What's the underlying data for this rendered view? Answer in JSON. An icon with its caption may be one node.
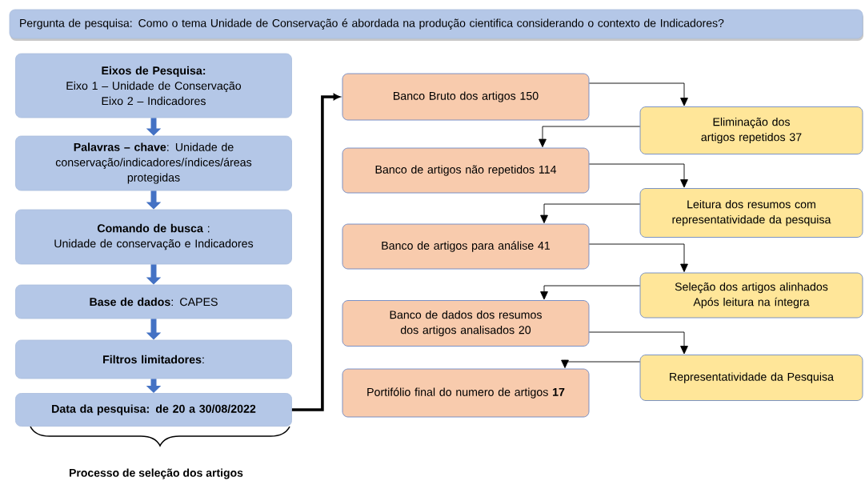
{
  "diagram": {
    "nodes": [
      {
        "text": [
          "Pergunta de pesquisa: Como o tema Unidade de Conservação  é abordada na produção cientifica  considerando o contexto de Indicadores?"
        ]
      },
      {
        "text": [
          "Eixos de Pesquisa:",
          "Eixo 1 – Unidade de Conservação",
          "Eixo 2 – Indicadores"
        ]
      },
      {
        "text": [
          "**Palavras – chave**: Unidade de conservação/indicadores/índices/áreas protegidas"
        ]
      },
      {
        "text": [
          "**Comando de busca** :",
          "Unidade de conservação e Indicadores"
        ]
      },
      {
        "text": [
          "**Base de dados**: CAPES"
        ]
      },
      {
        "text": [
          "**Filtros limitadores**:"
        ]
      },
      {
        "text": [
          "Data da pesquisa: de 20 a 30/08/2022"
        ]
      },
      {
        "text": [
          "Banco Bruto dos artigos 150"
        ]
      },
      {
        "text": [
          "Eliminação dos artigos repetidos 37"
        ]
      },
      {
        "text": [
          "Banco de artigos não repetidos 114"
        ]
      },
      {
        "text": [
          "Leitura dos resumos com representatividade da pesquisa"
        ]
      },
      {
        "text": [
          "Banco de artigos para análise 41"
        ]
      },
      {
        "text": [
          "Seleção dos artigos alinhados Após leitura na íntegra"
        ]
      },
      {
        "text": [
          "Banco de dados dos resumos dos artigos analisados 20"
        ]
      },
      {
        "text": [
          "Representatividade da Pesquisa"
        ]
      },
      {
        "text": [
          "Portifólio final do numero de artigos **17**"
        ]
      }
    ],
    "edges": [
      {
        "from": 1,
        "to": 2,
        "arrow": "to",
        "style": "thick",
        "color": "#4472c4"
      },
      {
        "from": 2,
        "to": 3,
        "arrow": "to",
        "style": "thick",
        "color": "#4472c4"
      },
      {
        "from": 3,
        "to": 4,
        "arrow": "to",
        "style": "thick",
        "color": "#4472c4"
      },
      {
        "from": 4,
        "to": 5,
        "arrow": "to",
        "style": "thick",
        "color": "#4472c4"
      },
      {
        "from": 5,
        "to": 6,
        "arrow": "to",
        "style": "thick",
        "color": "#4472c4"
      },
      {
        "from": 6,
        "to": 7,
        "arrow": "to",
        "style": "thick"
      },
      {
        "from": 7,
        "to": 8,
        "arrow": "to"
      },
      {
        "from": 8,
        "to": 9,
        "arrow": "to"
      },
      {
        "from": 9,
        "to": 10,
        "arrow": "to"
      },
      {
        "from": 10,
        "to": 11,
        "arrow": "to"
      },
      {
        "from": 11,
        "to": 12,
        "arrow": "to"
      },
      {
        "from": 12,
        "to": 13,
        "arrow": "to"
      },
      {
        "from": 13,
        "to": 14,
        "arrow": "to"
      },
      {
        "from": 14,
        "to": 15,
        "arrow": "to"
      }
    ],
    "labels": [
      "Processo de seleção dos artigos"
    ]
  }
}
